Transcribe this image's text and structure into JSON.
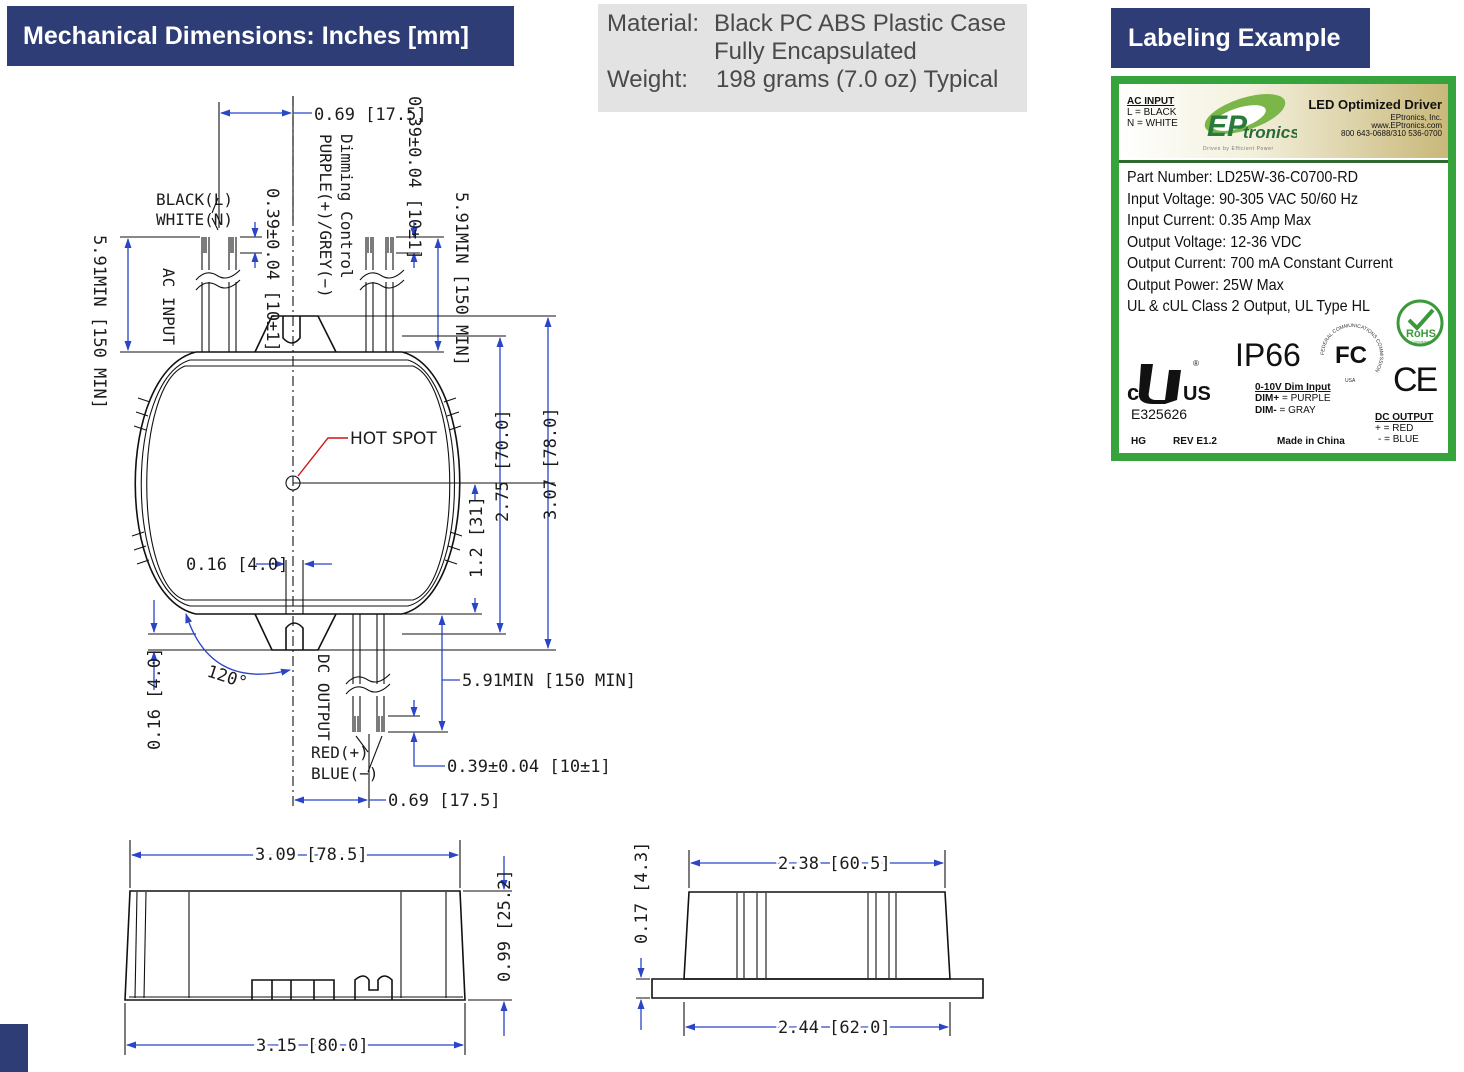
{
  "headers": {
    "mechanical": "Mechanical Dimensions: Inches [mm]",
    "labeling": "Labeling Example"
  },
  "material_box": {
    "material_key": "Material:",
    "material_line1": "Black PC ABS Plastic Case",
    "material_line2": "Fully Encapsulated",
    "weight_key": "Weight:",
    "weight_value": "198 grams (7.0 oz) Typical"
  },
  "drawing": {
    "top_view": {
      "wire_ac_black": "BLACK(L)",
      "wire_ac_white": "WHITE(N)",
      "ac_input": "AC INPUT",
      "dimming_control": "Dimming Control",
      "dimming_wires": "PURPLE(+)/GREY(−)",
      "dim_ac_lead": "5.91MIN [150 MIN]",
      "dim_ac_strip": "0.39±0.04 [10±1]",
      "dim_top_spacing": "0.69 [17.5]",
      "dim_dim_strip": "0.39±0.04 [10±1]",
      "dim_dim_lead": "5.91MIN [150 MIN]",
      "hot_spot": "HOT SPOT",
      "dim_offset": "0.16 [4.0]",
      "dim_height_70": "2.75 [70.0]",
      "dim_height_78": "3.07 [78.0]",
      "dim_hotspot_height": "1.2 [31]",
      "angle": "120°",
      "dim_bottom_016": "0.16 [4.0]",
      "dc_output": "DC OUTPUT",
      "dim_dc_lead": "5.91MIN [150 MIN]",
      "wire_dc_red": "RED(+)",
      "wire_dc_blue": "BLUE(−)",
      "dim_dc_strip": "0.39±0.04 [10±1]",
      "dim_bottom_spacing": "0.69 [17.5]"
    },
    "side_view": {
      "dim_top_width": "3.09 [78.5]",
      "dim_height": "0.99 [25.2]",
      "dim_base_width": "3.15 [80.0]"
    },
    "end_view": {
      "dim_top_width": "2.38 [60.5]",
      "dim_flange": "0.17 [4.3]",
      "dim_base_width": "2.44 [62.0]"
    }
  },
  "label": {
    "ac_input_title": "AC INPUT",
    "ac_input_l": "L = BLACK",
    "ac_input_n": "N = WHITE",
    "brand_mark": "EP",
    "brand_name": "tronics",
    "brand_tagline": "Driven by Efficient Power",
    "product_title": "LED Optimized Driver",
    "company": "EPtronics, Inc.",
    "website": "www.EPtronics.com",
    "phone": "800 643-0688/310 536-0700",
    "specs": [
      "Part Number: LD25W-36-C0700-RD",
      "Input Voltage: 90-305 VAC 50/60 Hz",
      "Input Current: 0.35 Amp Max",
      "Output Voltage: 12-36 VDC",
      "Output Current: 700 mA Constant Current",
      "Output Power: 25W Max",
      "UL & cUL Class 2 Output, UL Type HL"
    ],
    "ip_rating": "IP66",
    "fcc_mark": "FC",
    "fcc_ring": "FEDERAL COMMUNICATIONS COMMISSION",
    "fcc_usa": "USA",
    "rohs_text": "RoHS",
    "rohs_sub": "Compliant",
    "ul_c": "c",
    "ul_us": "US",
    "ul_reg": "®",
    "ul_file": "E325626",
    "ce_mark": "CE",
    "dim_input_title": "0-10V Dim Input",
    "dim_plus_key": "DIM+",
    "dim_plus_val": "= PURPLE",
    "dim_minus_key": "DIM-",
    "dim_minus_val": "= GRAY",
    "dc_output_title": "DC OUTPUT",
    "dc_plus": "+ = RED",
    "dc_minus": "- = BLUE",
    "code": "HG",
    "revision": "REV E1.2",
    "origin": "Made in China"
  }
}
